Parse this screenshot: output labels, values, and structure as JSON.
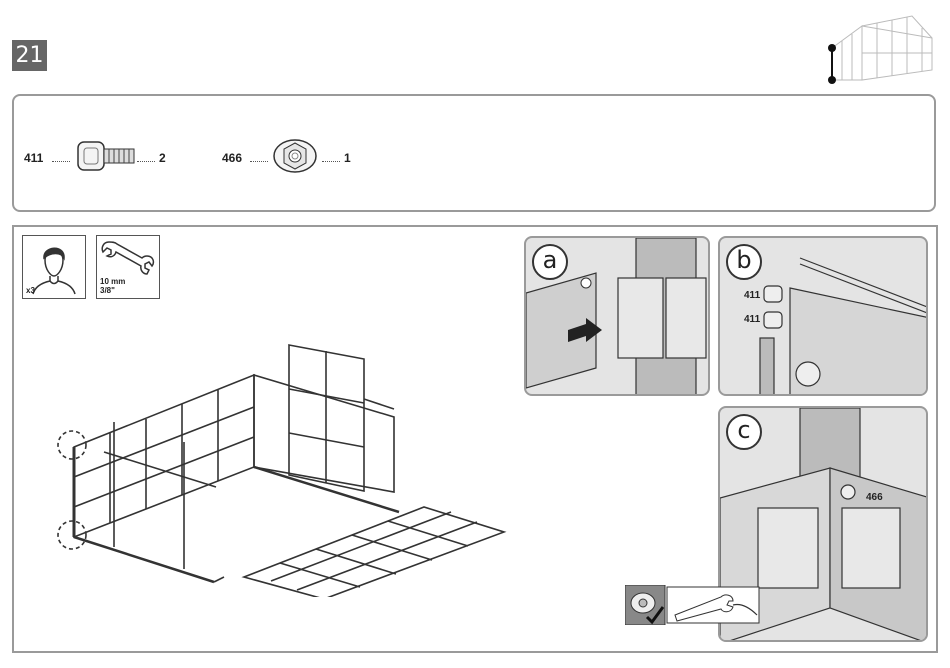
{
  "step": {
    "number": "21"
  },
  "parts": [
    {
      "code": "411",
      "qty": "2",
      "icon": "square-head-bolt-icon"
    },
    {
      "code": "466",
      "qty": "1",
      "icon": "flange-nut-icon"
    }
  ],
  "tools": {
    "people": {
      "label": "x3",
      "icon": "person-icon"
    },
    "wrench": {
      "size_metric": "10 mm",
      "size_imperial": "3/8\"",
      "icon": "wrench-icon"
    }
  },
  "details": [
    {
      "letter": "a"
    },
    {
      "letter": "b",
      "callouts": [
        "411",
        "411"
      ]
    },
    {
      "letter": "c",
      "callouts": [
        "466"
      ]
    }
  ],
  "colors": {
    "badge": "#666666",
    "panel_border": "#9a9a9a",
    "detail_bg": "#e4e4e4"
  }
}
